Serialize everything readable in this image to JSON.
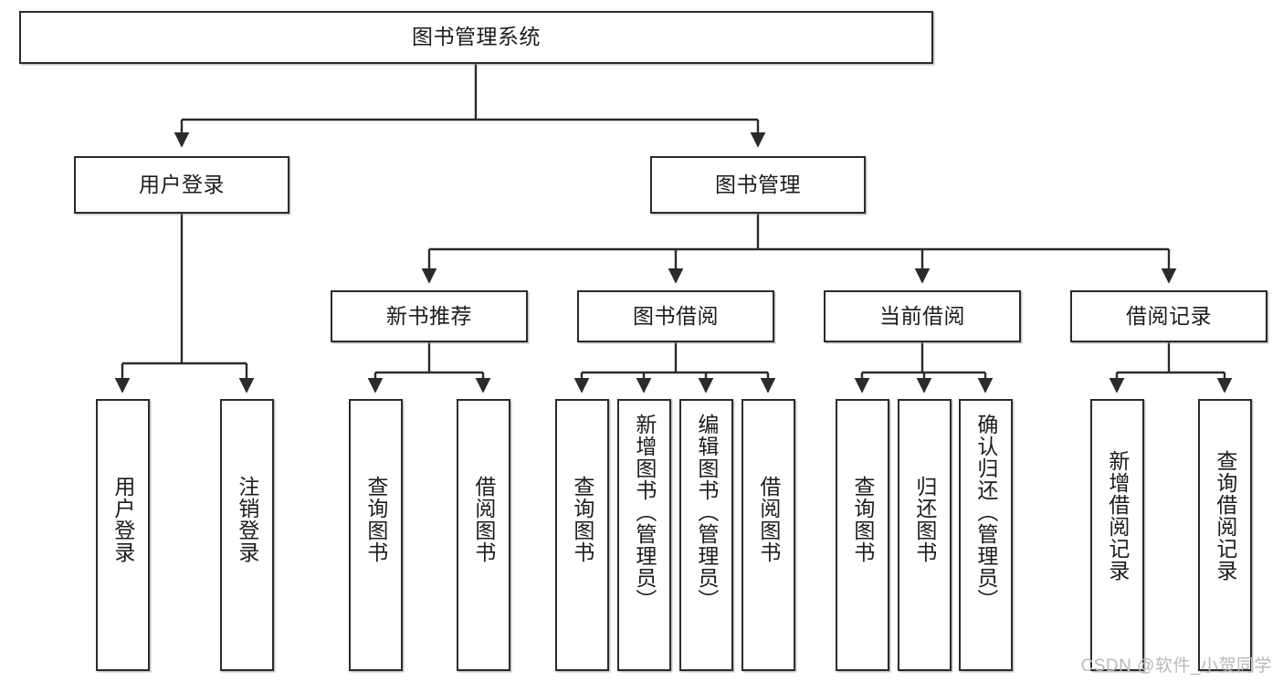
{
  "diagram": {
    "type": "tree",
    "title": "图书管理系统",
    "watermark": "CSDN @软件_小贺同学",
    "colors": {
      "box_border": "#2b2b2b",
      "box_fill": "#ffffff",
      "edge": "#2b2b2b",
      "text": "#1c1c1c",
      "watermark": "#b9b9b9",
      "background": "#ffffff"
    },
    "root": {
      "id": "root",
      "label": "图书管理系统",
      "orientation": "horizontal"
    },
    "level2": [
      {
        "id": "user-login",
        "label": "用户登录",
        "orientation": "horizontal"
      },
      {
        "id": "book-manage",
        "label": "图书管理",
        "orientation": "horizontal"
      }
    ],
    "level3": [
      {
        "id": "new-book-recommend",
        "label": "新书推荐",
        "orientation": "horizontal",
        "parent": "book-manage"
      },
      {
        "id": "book-borrow",
        "label": "图书借阅",
        "orientation": "horizontal",
        "parent": "book-manage"
      },
      {
        "id": "current-borrow",
        "label": "当前借阅",
        "orientation": "horizontal",
        "parent": "book-manage"
      },
      {
        "id": "borrow-record",
        "label": "借阅记录",
        "orientation": "horizontal",
        "parent": "book-manage"
      }
    ],
    "leaves": [
      {
        "id": "leaf-user-login",
        "label": "用户登录",
        "orientation": "vertical",
        "parent": "user-login"
      },
      {
        "id": "leaf-logout",
        "label": "注销登录",
        "orientation": "vertical",
        "parent": "user-login"
      },
      {
        "id": "leaf-query-book-1",
        "label": "查询图书",
        "orientation": "vertical",
        "parent": "new-book-recommend"
      },
      {
        "id": "leaf-borrow-book-1",
        "label": "借阅图书",
        "orientation": "vertical",
        "parent": "new-book-recommend"
      },
      {
        "id": "leaf-query-book-2",
        "label": "查询图书",
        "orientation": "vertical",
        "parent": "book-borrow"
      },
      {
        "id": "leaf-add-book",
        "label": "新增图书（管理员）",
        "orientation": "vertical",
        "parent": "book-borrow"
      },
      {
        "id": "leaf-edit-book",
        "label": "编辑图书（管理员）",
        "orientation": "vertical",
        "parent": "book-borrow"
      },
      {
        "id": "leaf-borrow-book-2",
        "label": "借阅图书",
        "orientation": "vertical",
        "parent": "book-borrow"
      },
      {
        "id": "leaf-query-book-3",
        "label": "查询图书",
        "orientation": "vertical",
        "parent": "current-borrow"
      },
      {
        "id": "leaf-return-book",
        "label": "归还图书",
        "orientation": "vertical",
        "parent": "current-borrow"
      },
      {
        "id": "leaf-confirm-return",
        "label": "确认归还（管理员）",
        "orientation": "vertical",
        "parent": "current-borrow"
      },
      {
        "id": "leaf-add-record",
        "label": "新增借阅记录",
        "orientation": "vertical",
        "parent": "borrow-record"
      },
      {
        "id": "leaf-query-record",
        "label": "查询借阅记录",
        "orientation": "vertical",
        "parent": "borrow-record"
      }
    ]
  }
}
